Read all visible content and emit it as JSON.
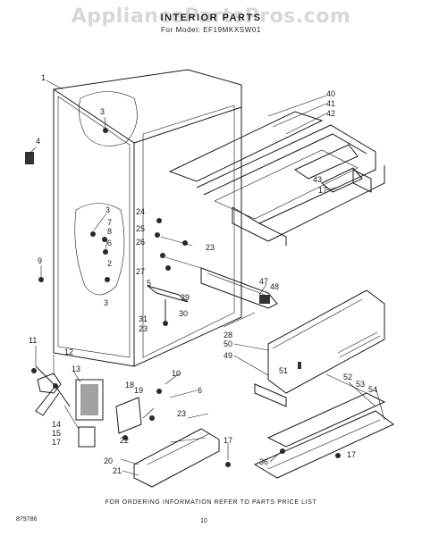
{
  "watermark": "AppliancePartsPros.com",
  "title": "INTERIOR PARTS",
  "subtitle": "For Model: EF19MKXSW01",
  "footer": "FOR ORDERING INFORMATION REFER TO PARTS PRICE LIST",
  "doc_number": "879786",
  "page_number": "10",
  "callouts": [
    "1",
    "3",
    "4",
    "3",
    "7",
    "8",
    "6",
    "2",
    "9",
    "3",
    "24",
    "25",
    "23",
    "26",
    "27",
    "5",
    "29",
    "30",
    "31",
    "23",
    "40",
    "41",
    "42",
    "43",
    "17",
    "47",
    "48",
    "28",
    "50",
    "49",
    "51",
    "52",
    "53",
    "54",
    "11",
    "12",
    "13",
    "14",
    "15",
    "17",
    "18",
    "19",
    "10",
    "6",
    "23",
    "22",
    "17",
    "20",
    "21",
    "36",
    "17"
  ]
}
